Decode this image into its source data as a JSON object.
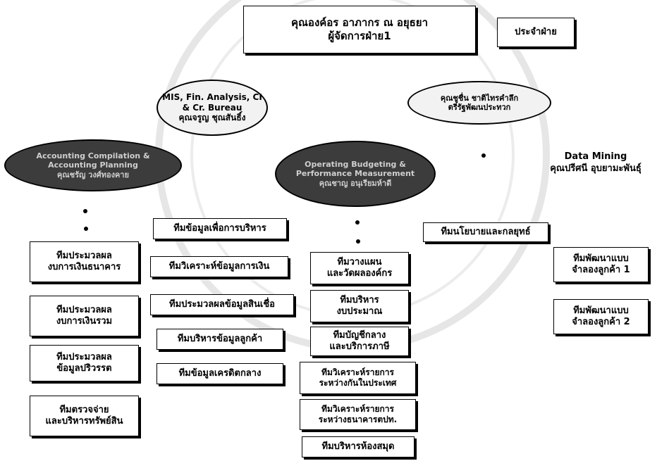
{
  "head": {
    "title_line1": "คุณองค์อร อาภากร ณ อยุธยา",
    "title_line2": "ผู้จัดการฝ่าย1"
  },
  "side_label": "ประจำฝ่าย",
  "units": {
    "mis": "MIS, Fin. Analysis, CI\n& Cr. Bureau\nคุณจรูญ ชุณสันธิ์ง",
    "right_dept": "คุณชูชื่น ชาติไทรคำลึก\nตรีรัฐพัฒนประทวก",
    "accounting": "Accounting Compilation &\nAccounting Planning\nคุณชรัญ วงศ์ทองคาย",
    "operating": "Operating Budgeting &\nPerformance Measurement\nคุณชาญ อนุเรียมห์าดี",
    "data_mining": "Data Mining\nคุณปรีศนี อุบยามะพันธุ์"
  },
  "teams": {
    "accounting": [
      "ทีมประมวลผล\nงบการเงินธนาคาร",
      "ทีมประมวลผล\nงบการเงินรวม",
      "ทีมประมวลผล\nข้อมูลปริวรรต",
      "ทีมตรวจจ่าย\nและบริหารทรัพย์สิน"
    ],
    "mis": [
      "ทีมข้อมูลเพื่อการบริหาร",
      "ทีมวิเคราะห์ข้อมูลการเงิน",
      "ทีมประมวลผลข้อมูลสินเชื่อ",
      "ทีมบริหารข้อมูลลูกค้า",
      "ทีมข้อมูลเครดิตกลาง"
    ],
    "operating": [
      "ทีมวางแผน\nและวัดผลองค์กร",
      "ทีมบริหาร\nงบประมาณ",
      "ทีมบัญชีกลาง\nและบริการภาษี",
      "ทีมวิเคราะห์รายการ\nระหว่างกันในประเทศ",
      "ทีมวิเคราะห์รายการ\nระหว่างธนาคารตปท.",
      "ทีมบริหารห้องสมุด"
    ],
    "policy": "ทีมนโยบายและกลยุทธ์",
    "data_mining": [
      "ทีมพัฒนาแบบ\nจำลองลูกค้า 1",
      "ทีมพัฒนาแบบ\nจำลองลูกค้า 2"
    ]
  }
}
